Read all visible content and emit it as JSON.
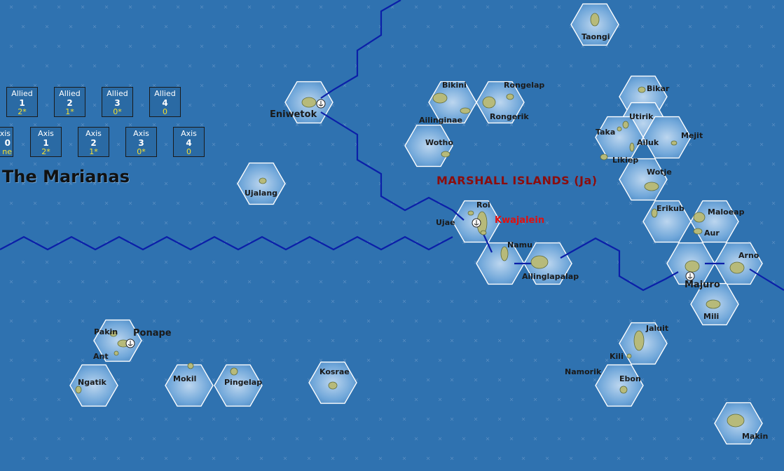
{
  "map": {
    "region_title": "The Marianas",
    "group_title": "MARSHALL ISLANDS (Ja)",
    "colors": {
      "ocean": "#2f72b0",
      "hex_fill": "#6ea5d8",
      "hex_edge": "#ffffff",
      "border_line": "#0b1fa8",
      "island": "#b7ba7a",
      "enemy_base": "#e01010"
    }
  },
  "allied_boxes": [
    {
      "title": "Allied",
      "num": "1",
      "val": "2*"
    },
    {
      "title": "Allied",
      "num": "2",
      "val": "1*"
    },
    {
      "title": "Allied",
      "num": "3",
      "val": "0*"
    },
    {
      "title": "Allied",
      "num": "4",
      "val": "0"
    }
  ],
  "axis_boxes": [
    {
      "title": "xis",
      "num": "0",
      "val": "ne"
    },
    {
      "title": "Axis",
      "num": "1",
      "val": "2*"
    },
    {
      "title": "Axis",
      "num": "2",
      "val": "1*"
    },
    {
      "title": "Axis",
      "num": "3",
      "val": "0*"
    },
    {
      "title": "Axis",
      "num": "4",
      "val": "0"
    }
  ],
  "locations": {
    "taongi": "Taongi",
    "bikini": "Bikini",
    "rongelap": "Rongelap",
    "ailinginae": "Ailinginae",
    "rongerik": "Rongerik",
    "wotho": "Wotho",
    "eniwetok": "Eniwetok",
    "ujalang": "Ujalang",
    "bikar": "Bikar",
    "utirik": "Utirik",
    "taka": "Taka",
    "ailuk": "Ailuk",
    "mejit": "Mejit",
    "likiep": "Likiep",
    "wotje": "Wotje",
    "roi": "Roi",
    "ujae": "Ujae",
    "kwajalein": "Kwajalein",
    "namu": "Namu",
    "ailinglapalap": "Ailinglapalap",
    "erikub": "Erikub",
    "maloeap": "Maloeap",
    "aur": "Aur",
    "arno": "Arno",
    "majuro": "Majuro",
    "mili": "Mili",
    "jaluit": "Jaluit",
    "kili": "Kili",
    "namorik": "Namorik",
    "ebon": "Ebon",
    "makin": "Makin",
    "pakin": "Pakin",
    "ponape": "Ponape",
    "ant": "Ant",
    "ngatik": "Ngatik",
    "mokil": "Mokil",
    "pingelap": "Pingelap",
    "kosrae": "Kosrae"
  }
}
